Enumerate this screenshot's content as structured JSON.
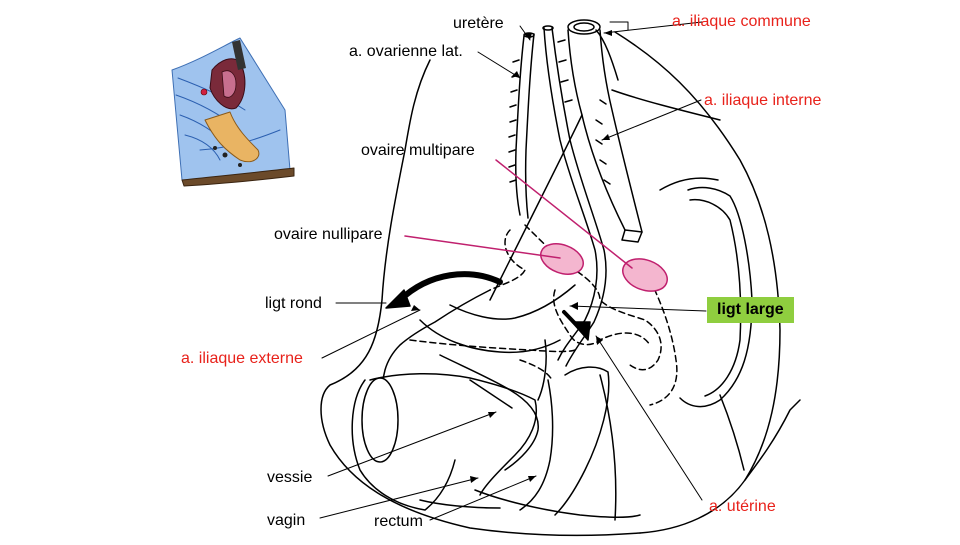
{
  "labels": {
    "uretere": "uretère",
    "ovarienne": "a. ovarienne lat.",
    "iliaque_commune": "a. iliaque commune",
    "iliaque_interne": "a. iliaque interne",
    "ovaire_multipare": "ovaire multipare",
    "ovaire_nullipare": "ovaire nullipare",
    "ligt_rond": "ligt rond",
    "ligt_large": "ligt large",
    "iliaque_externe": "a. iliaque externe",
    "vessie": "vessie",
    "vagin": "vagin",
    "rectum": "rectum",
    "uterine": "a. utérine"
  },
  "colors": {
    "label_black": "#000000",
    "label_red": "#e8221b",
    "ovary_fill": "#f4b6cf",
    "ovary_stroke": "#c0206e",
    "ovary_pointer": "#c0206e",
    "ligt_large_box": "#8fce3f",
    "thumbnail_blue": "#5b8fd6",
    "thumbnail_orange": "#e6a64a"
  }
}
